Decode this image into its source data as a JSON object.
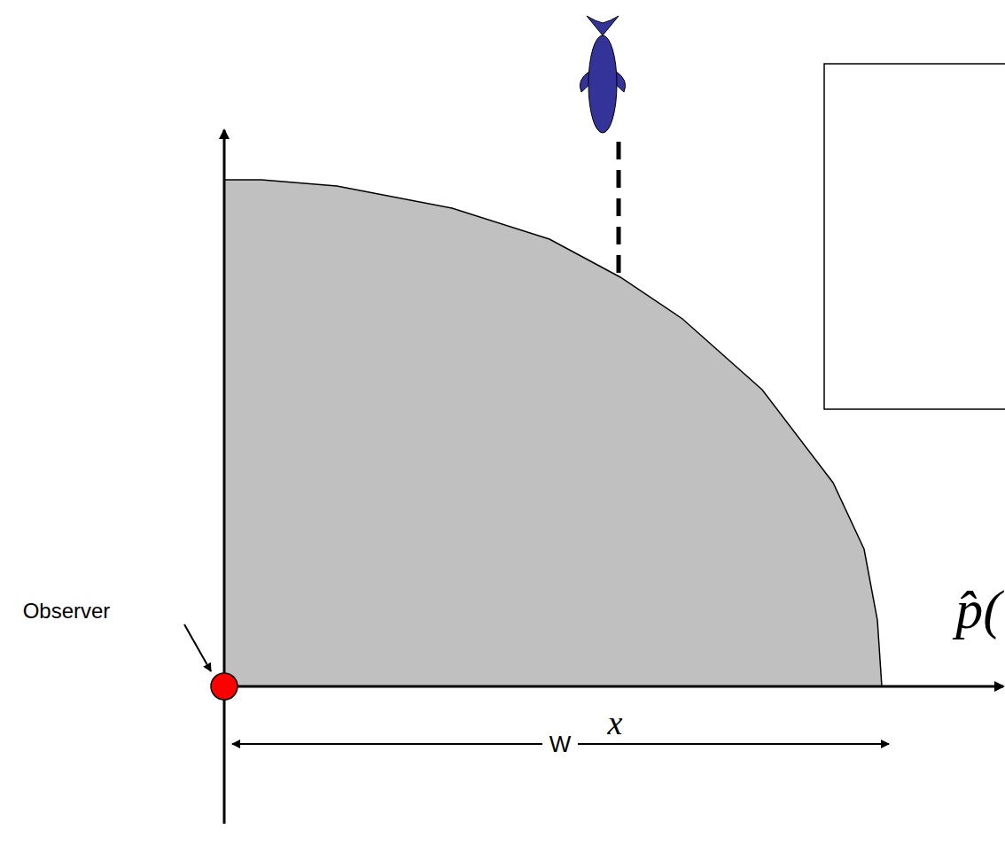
{
  "diagram": {
    "labels": [
      "Observer",
      "x",
      "W",
      "p̂("
    ]
  }
}
